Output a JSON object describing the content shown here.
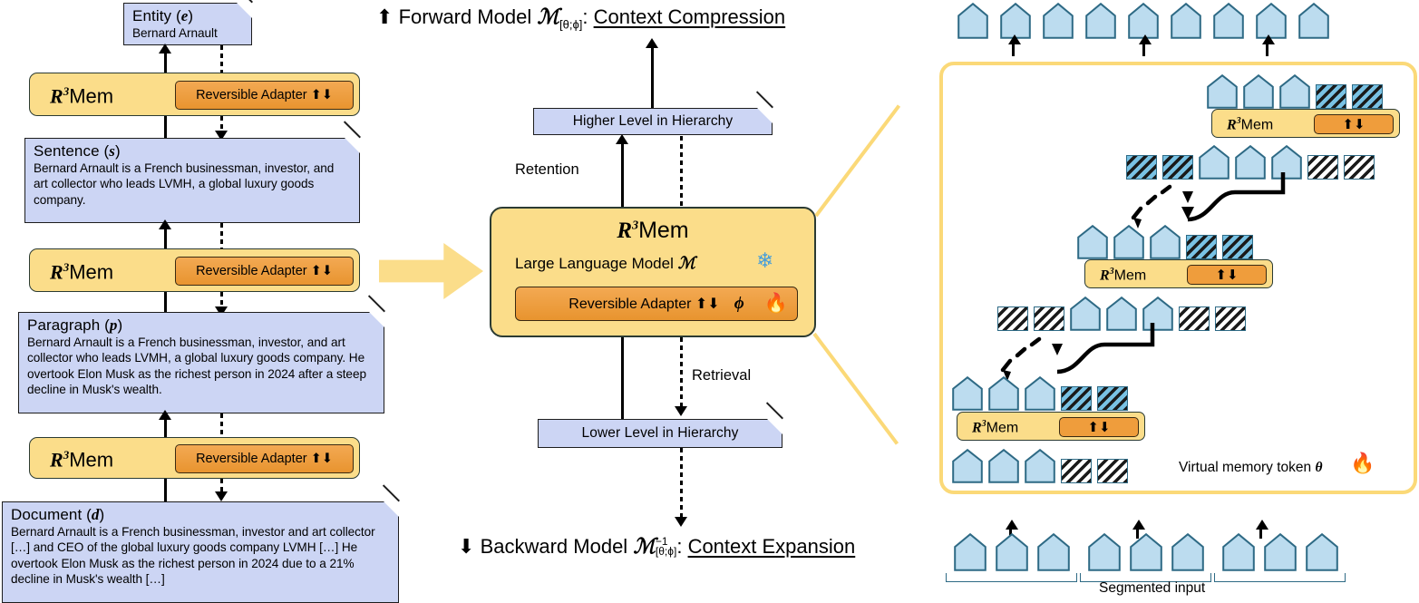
{
  "left_panel": {
    "levels": [
      {
        "id": "entity",
        "title": "Entity (",
        "var": "e",
        "title_end": ")",
        "body": "Bernard Arnault"
      },
      {
        "id": "sentence",
        "title": "Sentence (",
        "var": "s",
        "title_end": ")",
        "body": "Bernard Arnault is a French businessman, investor, and art collector who leads LVMH, a global luxury goods company."
      },
      {
        "id": "paragraph",
        "title": "Paragraph (",
        "var": "p",
        "title_end": ")",
        "body": "Bernard Arnault is a French businessman, investor, and art collector who leads LVMH, a global luxury goods company. He overtook Elon Musk as the richest person in 2024 after a steep decline in Musk's wealth."
      },
      {
        "id": "document",
        "title": "Document (",
        "var": "d",
        "title_end": ")",
        "body": "Bernard Arnault is a French businessman, investor and art collector […] and CEO of the global luxury goods company LVMH […] He overtook Elon Musk as the richest person in 2024 due to a 21% decline in Musk's wealth […]"
      }
    ],
    "r3mem_label": "Mem",
    "r3mem_prefix": "R",
    "r3mem_exp": "3",
    "adapter_label": "Reversible Adapter ⬆⬇"
  },
  "middle_panel": {
    "forward_header": {
      "arrow": "⬆",
      "text": "Forward Model ",
      "m": "ℳ",
      "sub": "[θ;ϕ]",
      "colon": ": ",
      "underlined": "Context Compression"
    },
    "backward_header": {
      "arrow": "⬇",
      "text": "Backward Model ",
      "m": "ℳ",
      "sub": "-1\n[θ;ϕ]",
      "sup": "−1",
      "subs": "[θ;ϕ]",
      "colon": ": ",
      "underlined": "Context Expansion"
    },
    "higher_level": "Higher Level in Hierarchy",
    "lower_level": "Lower Level in Hierarchy",
    "retention": "Retention",
    "retrieval": "Retrieval",
    "core": {
      "title_prefix": "R",
      "title_exp": "3",
      "title": "Mem",
      "llm_label": "Large Language Model ",
      "llm_m": "ℳ",
      "frozen_icon": "❄",
      "adapter_label": "Reversible Adapter ⬆⬇",
      "adapter_phi": "ϕ",
      "trainable_icon": "🔥"
    }
  },
  "right_panel": {
    "r3mem_prefix": "R",
    "r3mem_exp": "3",
    "r3mem_label": "Mem",
    "adapter_arrows": "⬆⬇",
    "virtual_memory_caption": "Virtual memory token ",
    "virtual_memory_var": "θ",
    "virtual_memory_icon": "🔥",
    "segmented_input_caption": "Segmented input",
    "output_token_count": 9,
    "segment_count": 3,
    "tokens_per_segment": 3,
    "stages": [
      {
        "input_pents": 3,
        "input_hatch": 2,
        "out_pents": 3,
        "out_hatch": 2
      },
      {
        "input_pents": 3,
        "input_hatch": 2,
        "out_pents": 3,
        "out_hatch": 2,
        "prev_hatch": 2
      },
      {
        "input_pents": 3,
        "input_hatch": 2,
        "out_pents": 3,
        "out_hatch": 2,
        "prev_hatch": 2
      }
    ]
  },
  "colors": {
    "note_fill": "#ccd5f4",
    "r3mem_fill": "#fbdd8a",
    "adapter_fill": "#ef9d3c",
    "token_fill": "#bcdcef",
    "token_stroke": "#2e6a85",
    "hatch_fill": "#79c2e4",
    "panel_border": "#fbd978",
    "arrow_fill": "#fbdd8a"
  }
}
